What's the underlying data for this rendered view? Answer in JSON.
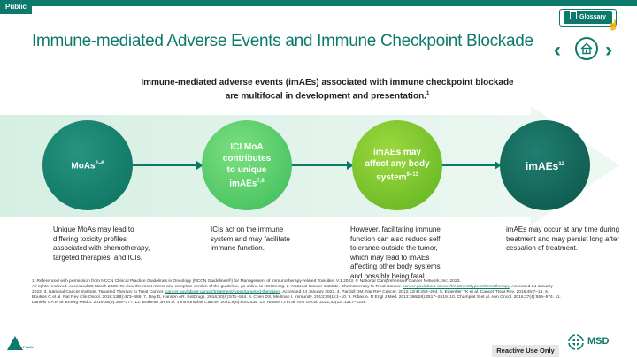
{
  "header": {
    "public_tag": "Public",
    "glossary_label": "Glossary",
    "title": "Immune-mediated Adverse Events and Immune Checkpoint Blockade"
  },
  "subtitle": {
    "line1": "Immune-mediated adverse events (imAEs) associated with immune checkpoint blockade",
    "line2": "are multifocal in development and presentation.",
    "line2_sup": "1"
  },
  "circles": [
    {
      "label": "MoAs",
      "sup": "2–6"
    },
    {
      "label_lines": [
        "ICI MoA",
        "contributes",
        "to unique",
        "imAEs"
      ],
      "sup": "7,8"
    },
    {
      "label_lines": [
        "imAEs may",
        "affect any body",
        "system"
      ],
      "sup": "9–13"
    },
    {
      "label": "imAEs",
      "sup": "12"
    }
  ],
  "descriptions": [
    "Unique MoAs may lead to differing toxicity profiles associated with chemotherapy, targeted therapies, and ICIs.",
    "ICIs act on the immune system and may facilitate immune function.",
    "However, facilitating immune function can also reduce self tolerance outside the tumor, which may lead to imAEs affecting other body systems and possibly being fatal.",
    "imAEs may occur at any time during treatment and may persist long after cessation of treatment."
  ],
  "references": {
    "r1a": "1. Referenced with permission from NCCN Clinical Practice Guidelines in Oncology (NCCN Guidelines®) for Management of Immunotherapy-related Toxicities V.1.2023. © National Comprehensive Cancer Network, Inc. 2023.",
    "r1b": "All rights reserved. Accessed 20 March 2023. To view the most recent and complete version of the guideline, go online to NCCN.org. 2. National Cancer Institute. Chemotherapy to Treat Cancer.",
    "link1": "cancer.gov/about-cancer/treatment/types/chemotherapy",
    "r2": ". Accessed 24 January 2022. 3. National Cancer Institute. Targeted Therapy to Treat Cancer.",
    "link2": "cancer.gov/about-cancer/treatment/types/targeted-therapies",
    "r3": ". Accessed 24 January 2022. 4. Pardoll DM. Nat Rev Cancer. 2012;12(4):252–264. 5. Eigentler TK et al. Cancer Treat Rev. 2016;45:7–18. 6. Boutros C et al. Nat Rev Clin Oncol. 2016;13(8):473–486. 7. Day D, Hansen AR. BioDrugs. 2016;30(6):571–584. 8. Chen DS, Mellman I. Immunity. 2013;39(1):1–10. 9. Ribas A. N Engl J Med. 2012;366(26):2517–2519. 10. Champiat S et al. Ann Oncol. 2016;27(4):559–574. 11. Daniels GA et al. Emerg Med J. 2019;36(5):369–377. 12. Brahmer JR et al. J Immunother Cancer. 2021;9(6):e002435. 13. Haanen J et al. Ann Oncol. 2022;33(12):1217–1238."
  },
  "footer": {
    "public_small": "Public",
    "reactive": "Reactive Use Only",
    "logo_text": "MSD"
  },
  "colors": {
    "brand": "#0c7a6b",
    "green1": "#3dbb5a",
    "green2": "#5db31f"
  }
}
